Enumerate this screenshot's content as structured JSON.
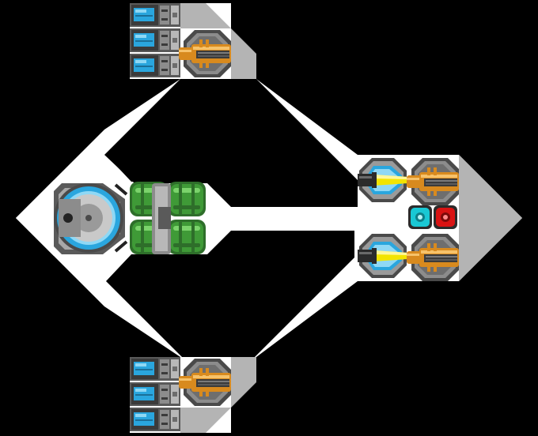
{
  "scene": {
    "name": "ship-editor-canvas",
    "colors": {
      "background": "#000000",
      "hull": "#ffffff",
      "hull_shade": "#b4b4b4",
      "metal_dark": "#5a5a5a",
      "metal": "#8c8c8c",
      "metal_light": "#b8b8b8",
      "blue": "#2aa6de",
      "blue_light": "#8fd8f5",
      "green": "#3f9a37",
      "green_light": "#7bd36b",
      "orange": "#d88a1e",
      "yellow": "#f2e400",
      "cyan": "#19c8d4",
      "red": "#d91313"
    }
  },
  "parts": [
    {
      "type": "command-module",
      "label": "command-module"
    },
    {
      "type": "fuel-tank",
      "label": "fuel-tank-left"
    },
    {
      "type": "fuel-tank",
      "label": "fuel-tank-right"
    },
    {
      "type": "laser-turret",
      "label": "laser-turret"
    },
    {
      "type": "cannon-turret",
      "label": "cannon-turret"
    },
    {
      "type": "battery",
      "label": "battery"
    },
    {
      "type": "shield-generator",
      "label": "shield-generator"
    },
    {
      "type": "explosive-block",
      "label": "explosive-block"
    }
  ]
}
